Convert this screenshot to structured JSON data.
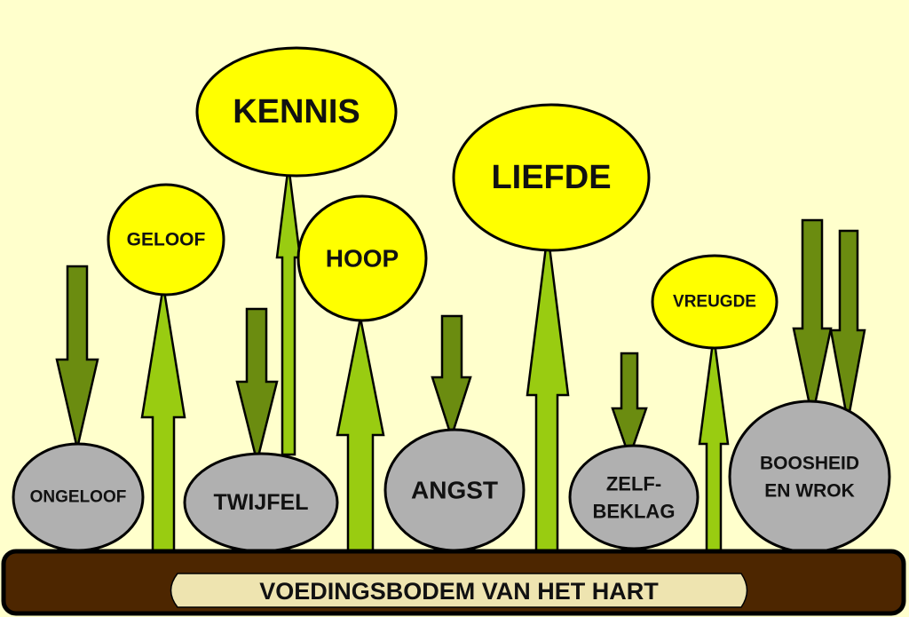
{
  "colors": {
    "background": "#ffffcc",
    "virtue": "#ffff00",
    "vice": "#b0b0b0",
    "growth_arrow": "#99cc11",
    "pressure_arrow": "#6b8c10",
    "soil": "#4d2600",
    "soil_label": "#eee4b0"
  },
  "virtues": [
    {
      "label": "GELOOF"
    },
    {
      "label": "KENNIS"
    },
    {
      "label": "HOOP"
    },
    {
      "label": "LIEFDE"
    },
    {
      "label": "VREUGDE"
    }
  ],
  "vices": [
    {
      "label": "ONGELOOF"
    },
    {
      "label": "TWIJFEL"
    },
    {
      "label": "ANGST"
    },
    {
      "label": "ZELF-",
      "label2": "BEKLAG"
    },
    {
      "label": "BOOSHEID",
      "label2": "EN WROK"
    }
  ],
  "soil": {
    "label": "VOEDINGSBODEM VAN HET HART"
  }
}
